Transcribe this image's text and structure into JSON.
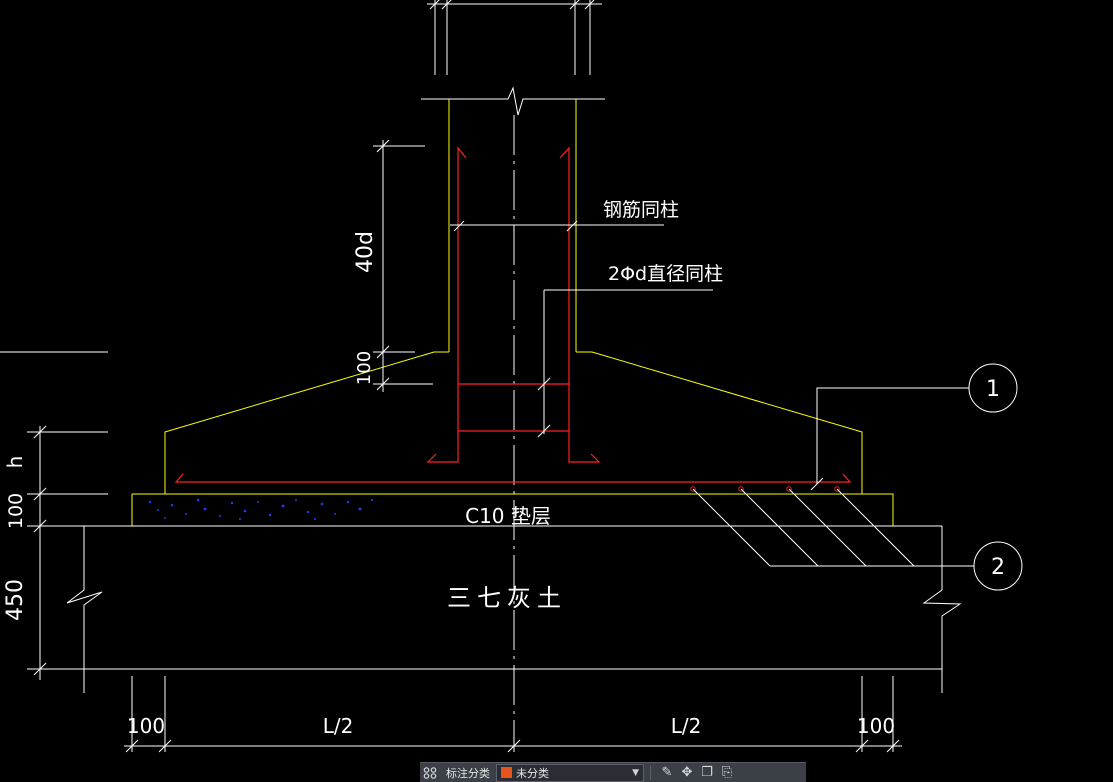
{
  "drawing": {
    "labels": {
      "rebar_note": "钢筋同柱",
      "stirrup_note": "2Φd直径同柱",
      "dim_40d": "40d",
      "dim_100_upper": "100",
      "dim_h": "h",
      "dim_100_left": "100",
      "dim_450": "450",
      "cushion_layer": "C10 垫层",
      "lime_soil": "三七灰土",
      "dim_100_bottom_left": "100",
      "dim_l2_left": "L/2",
      "dim_l2_right": "L/2",
      "dim_100_bottom_right": "100",
      "callout_1": "1",
      "callout_2": "2"
    },
    "colors": {
      "background": "#000000",
      "outline": "#ffffff",
      "concrete_edge": "#ffff00",
      "rebar": "#ff2020",
      "hatch": "#1e3cff"
    }
  },
  "toolbar": {
    "annotation_label": "标注分类",
    "category_value": "未分类",
    "category_color": "#e8541e",
    "icons": [
      "layout-icon",
      "edit-icon",
      "move-icon",
      "copy-icon",
      "paste-icon"
    ]
  }
}
